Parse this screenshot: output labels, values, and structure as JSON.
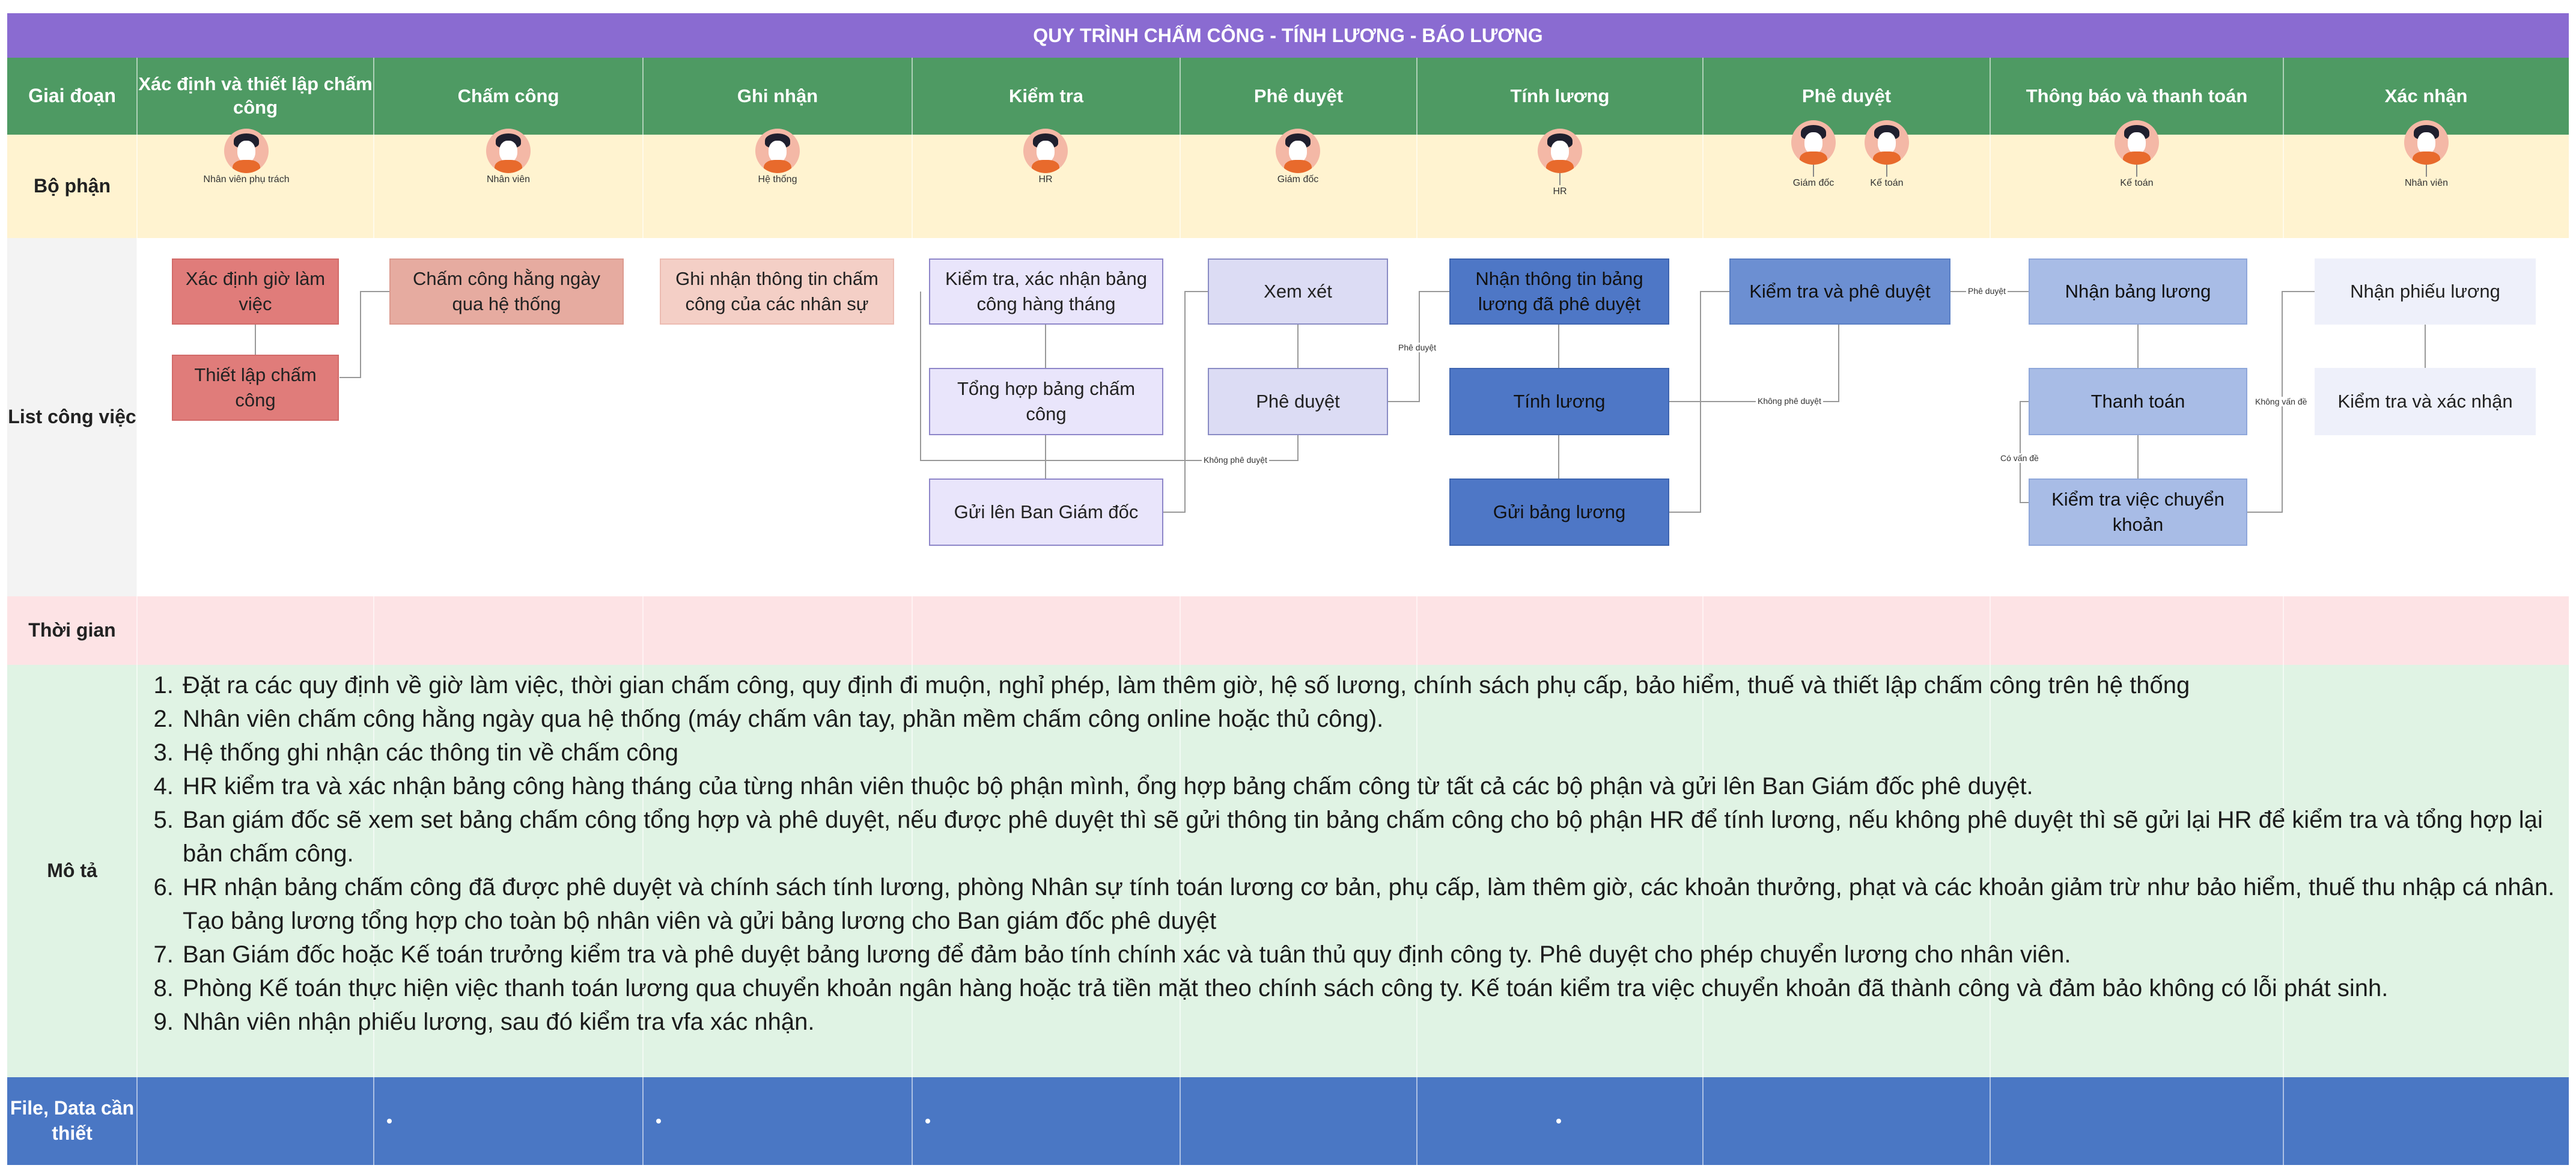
{
  "title": "QUY TRÌNH CHẤM CÔNG - TÍNH LƯƠNG - BÁO LƯƠNG",
  "row_labels": {
    "phase": "Giai đoạn",
    "department": "Bộ phận",
    "tasks": "List công việc",
    "time": "Thời gian",
    "description": "Mô tả",
    "files": "File, Data cần thiết"
  },
  "phases": [
    "Xác định và thiết lập chấm công",
    "Chấm công",
    "Ghi nhận",
    "Kiểm tra",
    "Phê duyệt",
    "Tính lương",
    "Phê duyệt",
    "Thông báo và thanh toán",
    "Xác nhận"
  ],
  "departments": [
    "Nhân viên phụ trách",
    "Nhân viên",
    "Hệ thống",
    "HR",
    "Giám đốc",
    "HR",
    "Giám đốc",
    "Kế toán",
    "Kế toán",
    "Nhân viên"
  ],
  "tasks": {
    "t1": "Xác định giờ làm việc",
    "t2": "Thiết lập chấm công",
    "t3": "Chấm công hằng ngày qua hệ thống",
    "t4": "Ghi nhận thông tin chấm công của các nhân sự",
    "t5": "Kiểm tra, xác nhận bảng công hàng tháng",
    "t6": "Tổng hợp bảng chấm công",
    "t7": "Gửi lên Ban Giám đốc",
    "t8": "Xem xét",
    "t9": "Phê duyệt",
    "t10": "Nhận thông tin bảng lương đã phê duyệt",
    "t11": "Tính lương",
    "t12": "Gửi bảng lương",
    "t13": "Kiểm tra và phê duyệt",
    "t14": "Nhận bảng lương",
    "t15": "Thanh toán",
    "t16": "Kiểm tra việc chuyển khoản",
    "t17": "Nhận phiếu lương",
    "t18": "Kiểm tra và xác nhận"
  },
  "flow_labels": {
    "approved_1": "Phê duyệt",
    "rejected_1": "Không phê duyệt",
    "rejected_2": "Không phê duyệt",
    "approved_2": "Phê duyệt",
    "issue": "Có vấn đề",
    "no_issue": "Không vấn đề"
  },
  "description": [
    "Đặt ra các quy định về giờ làm việc, thời gian chấm công, quy định đi muộn, nghỉ phép, làm thêm giờ, hệ số lương, chính sách phụ cấp, bảo hiểm, thuế và thiết lập chấm công trên hệ thống",
    "Nhân viên chấm công hằng ngày qua hệ thống (máy chấm vân tay, phần mềm chấm công online hoặc thủ công).",
    "Hệ thống ghi nhận các thông tin về chấm công",
    "HR kiểm tra và xác nhận bảng công hàng tháng của từng nhân viên thuộc bộ phận mình, ổng hợp bảng chấm công từ tất cả các bộ phận và gửi lên Ban Giám đốc phê duyệt.",
    "Ban giám đốc sẽ xem set bảng chấm công tổng hợp và phê duyệt, nếu được phê duyệt thì sẽ gửi thông tin bảng chấm công cho bộ phận HR để tính lương, nếu không phê duyệt thì sẽ gửi lại HR để kiểm tra và tổng hợp lại bản chấm công.",
    "HR nhận bảng chấm công đã được phê duyệt và chính sách tính lương, phòng Nhân sự tính toán lương cơ bản, phụ cấp, làm thêm giờ, các khoản thưởng, phạt và các khoản giảm trừ như bảo hiểm, thuế thu nhập cá nhân. Tạo bảng lương tổng hợp cho toàn bộ nhân viên và gửi bảng lương cho Ban giám đốc phê duyệt",
    "Ban Giám đốc hoặc Kế toán trưởng kiểm tra và phê duyệt bảng lương để đảm bảo tính chính xác và tuân thủ quy định công ty. Phê duyệt cho phép chuyển lương cho nhân viên.",
    "Phòng Kế toán thực hiện việc thanh toán lương qua chuyển khoản ngân hàng hoặc trả tiền mặt theo chính sách công ty. Kế toán kiểm tra việc chuyển khoản đã thành công và đảm bảo không có lỗi phát sinh.",
    "Nhân viên nhận phiếu lương, sau đó kiểm tra vfa xác nhận."
  ],
  "colors": {
    "title": "#8a6bd1",
    "phase_row": "#4e9a63",
    "department_row": "#fff3d0",
    "time_row": "#fde3e5",
    "description_row": "#e0f3e4",
    "files_row": "#4a77c4"
  }
}
